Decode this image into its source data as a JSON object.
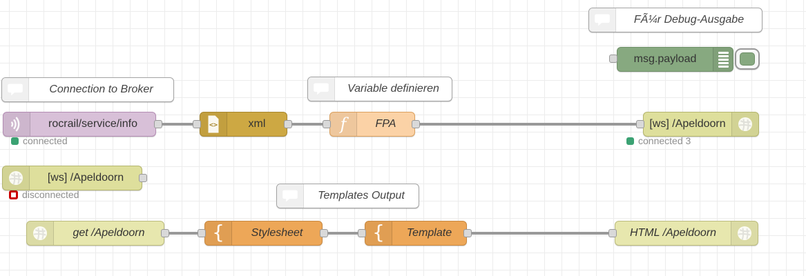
{
  "app": {
    "title": "Node-RED flow editor workspace"
  },
  "comments": {
    "debug_output": "FÃ¼r Debug-Ausgabe",
    "broker": "Connection to Broker",
    "variable": "Variable definieren",
    "templates": "Templates Output"
  },
  "nodes": {
    "debug": {
      "label": "msg.payload",
      "type": "debug"
    },
    "mqtt_in": {
      "label": "rocrail/service/info",
      "type": "mqtt in",
      "status": "connected"
    },
    "xml": {
      "label": "xml",
      "type": "xml"
    },
    "function": {
      "label": "FPA",
      "type": "function"
    },
    "ws_out": {
      "label": "[ws] /Apeldoorn",
      "type": "websocket out",
      "status": "connected 3"
    },
    "ws_in": {
      "label": "[ws] /Apeldoorn",
      "type": "websocket in",
      "status": "disconnected"
    },
    "http_in": {
      "label": "get /Apeldoorn",
      "type": "http in"
    },
    "template_stylesheet": {
      "label": "Stylesheet",
      "type": "template"
    },
    "template_main": {
      "label": "Template",
      "type": "template"
    },
    "http_response": {
      "label": "HTML /Apeldoorn",
      "type": "http response"
    }
  },
  "icons": {
    "comment": "speech-bubble-icon",
    "mqtt": "signal-waves-icon",
    "xml": "code-file-icon",
    "function": "function-f-icon",
    "websocket": "globe-icon",
    "http": "globe-icon",
    "template": "curly-brace-icon",
    "debug": "list-lines-icon",
    "status_connected": "green-square-icon",
    "status_disconnected": "red-ring-icon"
  },
  "colors": {
    "canvas_grid": "#ececec",
    "wire": "#999999",
    "port_fill": "#d9d9d9",
    "port_border": "#999999",
    "comment_fill": "#ffffff",
    "comment_border": "#a3a3a3",
    "debug_fill": "#87a980",
    "debug_border": "#6e8f67",
    "mqtt_fill": "#d8c0d8",
    "mqtt_border": "#b38cb3",
    "xml_fill": "#cda843",
    "xml_border": "#a8872f",
    "function_fill": "#fbd2a6",
    "function_border": "#dba05e",
    "ws_fill": "#dedf9c",
    "ws_border": "#b4b56e",
    "http_fill": "#e7e7ae",
    "http_border": "#bcbc7d",
    "template_fill": "#eda758",
    "template_border": "#c9883f",
    "status_green": "#3ba273",
    "status_red": "#cc0000",
    "label": "#333333",
    "status_text": "#8f8f8f"
  }
}
